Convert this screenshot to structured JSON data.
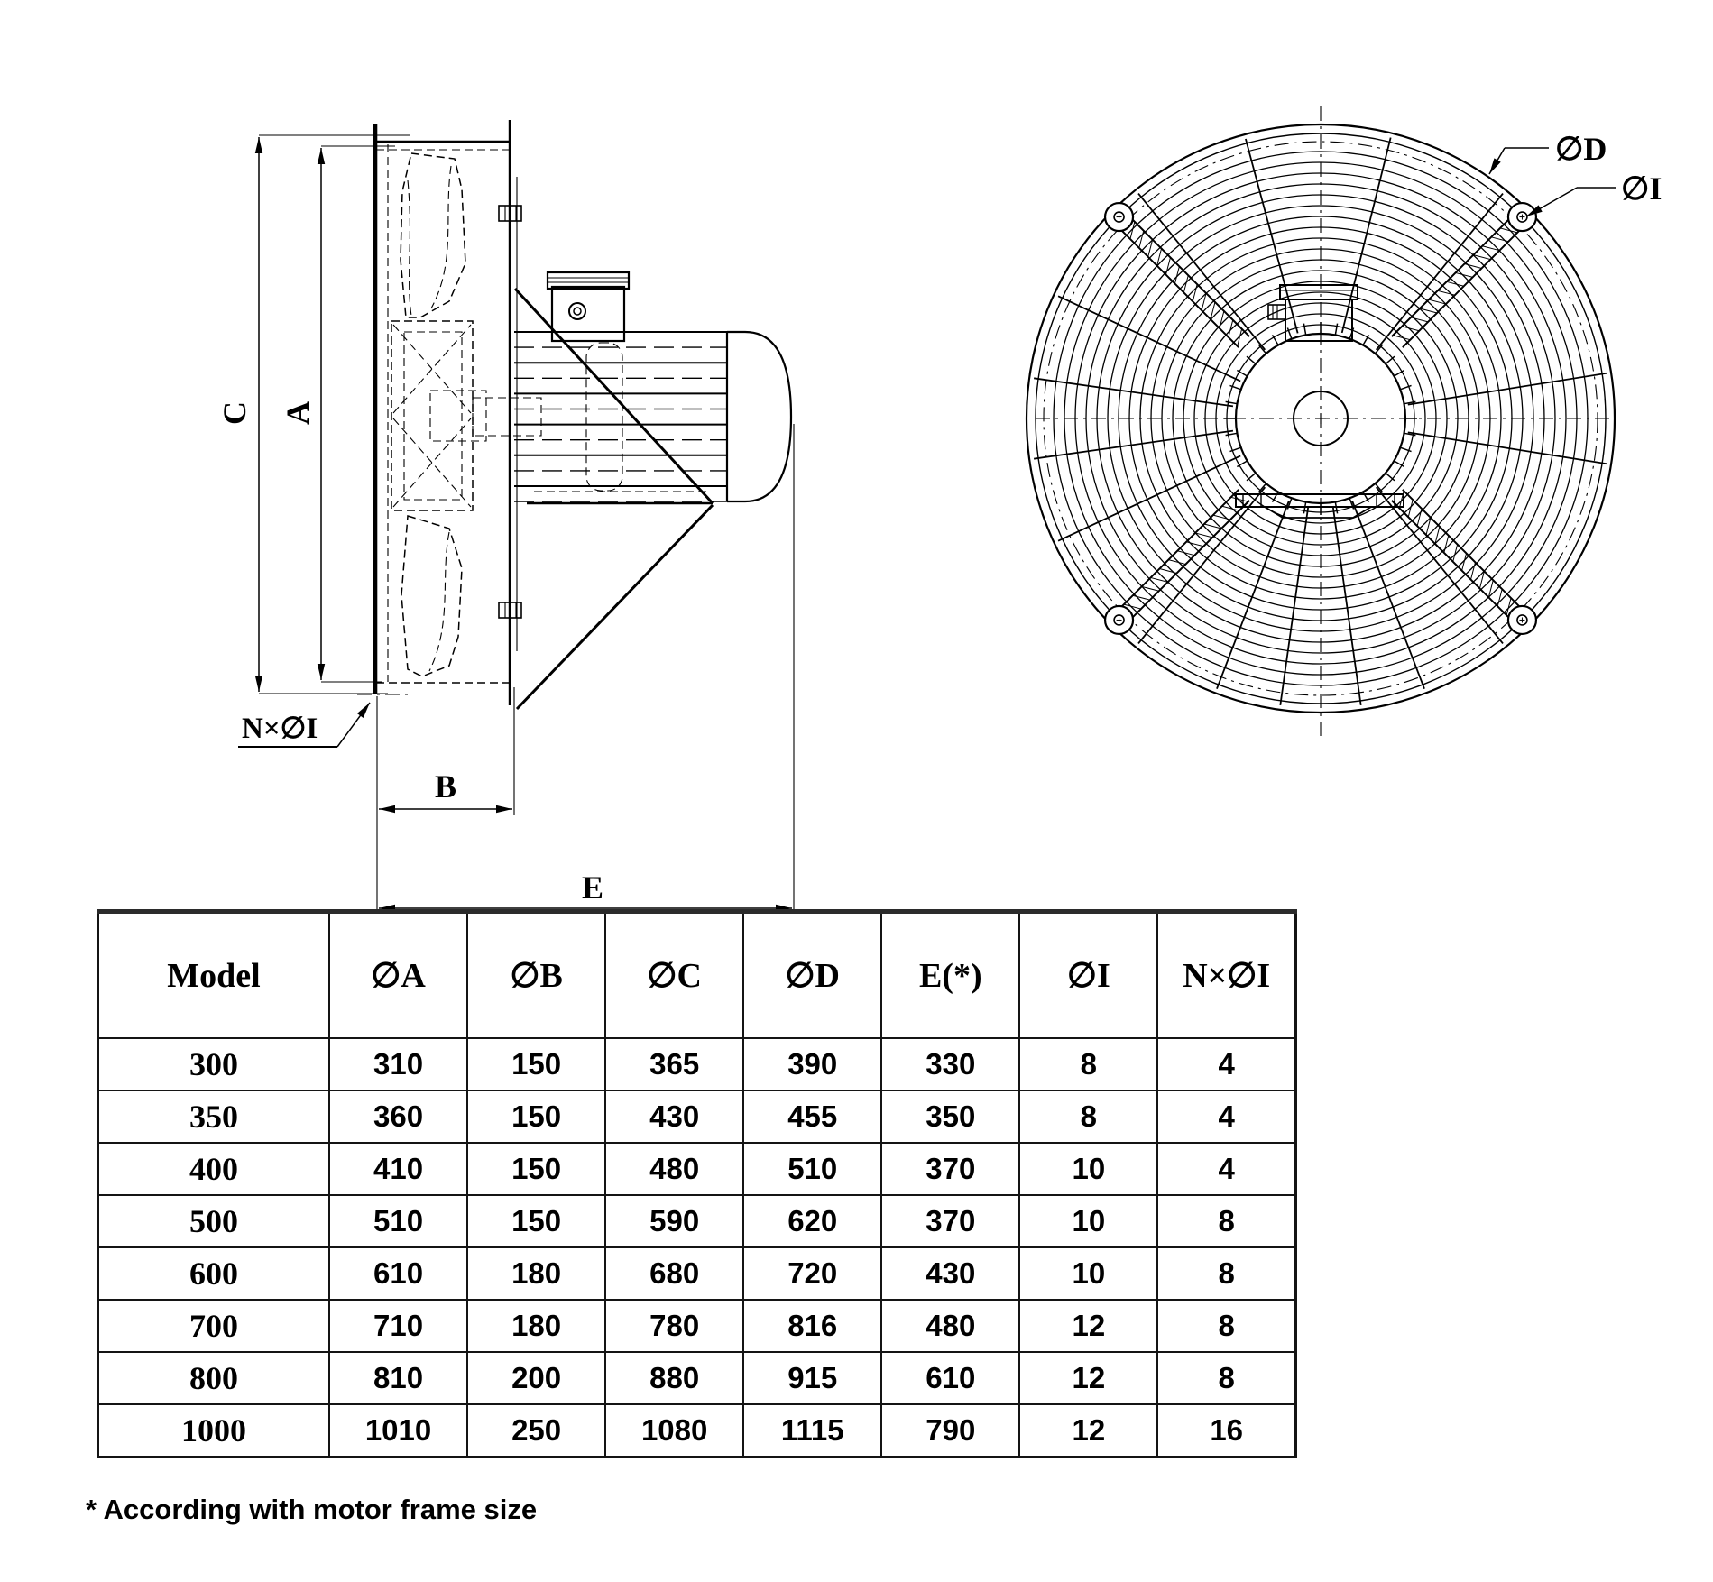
{
  "drawing": {
    "side_view": {
      "dim_c": "C",
      "dim_a": "A",
      "dim_b": "B",
      "dim_e": "E",
      "mounting_holes": "N×∅I"
    },
    "front_view": {
      "outer_diameter": "∅D",
      "hole_diameter": "∅I"
    }
  },
  "table": {
    "columns": [
      "Model",
      "∅A",
      "∅B",
      "∅C",
      "∅D",
      "E(*)",
      "∅I",
      "N×∅I"
    ],
    "rows": [
      [
        "300",
        "310",
        "150",
        "365",
        "390",
        "330",
        "8",
        "4"
      ],
      [
        "350",
        "360",
        "150",
        "430",
        "455",
        "350",
        "8",
        "4"
      ],
      [
        "400",
        "410",
        "150",
        "480",
        "510",
        "370",
        "10",
        "4"
      ],
      [
        "500",
        "510",
        "150",
        "590",
        "620",
        "370",
        "10",
        "8"
      ],
      [
        "600",
        "610",
        "180",
        "680",
        "720",
        "430",
        "10",
        "8"
      ],
      [
        "700",
        "710",
        "180",
        "780",
        "816",
        "480",
        "12",
        "8"
      ],
      [
        "800",
        "810",
        "200",
        "880",
        "915",
        "610",
        "12",
        "8"
      ],
      [
        "1000",
        "1010",
        "250",
        "1080",
        "1115",
        "790",
        "12",
        "16"
      ]
    ]
  },
  "footnote": "* According with motor frame size"
}
